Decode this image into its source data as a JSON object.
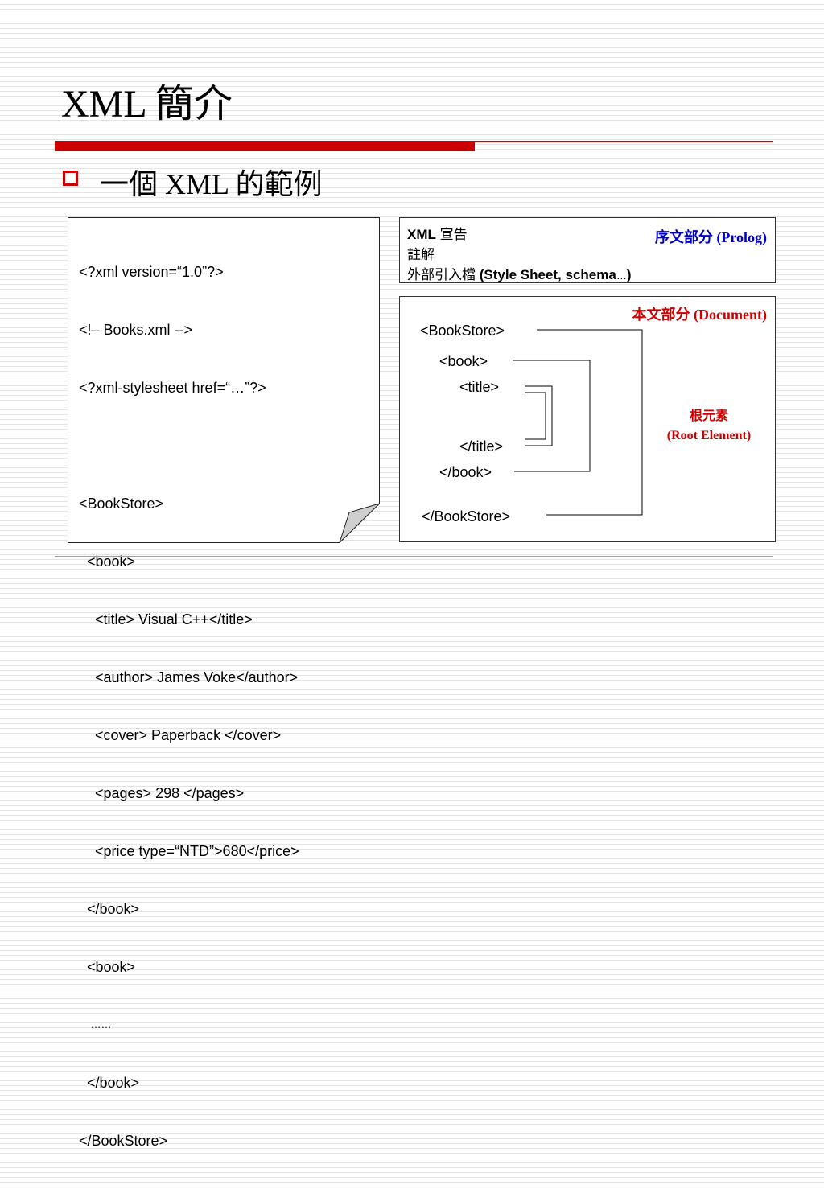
{
  "slide": {
    "title": "XML 簡介",
    "bullet": "一個 XML 的範例"
  },
  "code": {
    "lines": [
      "<?xml version=“1.0”?>",
      "<!– Books.xml -->",
      "<?xml-stylesheet href=“…”?>",
      "",
      "<BookStore>",
      "  <book>",
      "    <title> Visual C++</title>",
      "    <author> James Voke</author>",
      "    <cover> Paperback </cover>",
      "    <pages> 298 </pages>",
      "    <price type=“NTD”>680</price>",
      "  </book>",
      "  <book>",
      "    ……",
      "  </book>",
      "</BookStore>"
    ]
  },
  "prolog": {
    "label": "序文部分 (Prolog)",
    "line1_bold": "XML",
    "line1_rest": " 宣告",
    "line2": "註解",
    "line3_prefix": "外部引入檔 ",
    "line3_bold": "(Style Sheet, schema",
    "line3_ellipsis": "…",
    "line3_close": ")"
  },
  "document": {
    "label": "本文部分 (Document)",
    "tags": {
      "bookstore_open": "<BookStore>",
      "book_open": "<book>",
      "title_open": "<title>",
      "title_close": "</title>",
      "book_close": "</book>",
      "bookstore_close": "</BookStore>"
    },
    "root_label_zh": "根元素",
    "root_label_en": "(Root Element)"
  },
  "colors": {
    "accent_red": "#cc0000",
    "prolog_blue": "#0000cc"
  }
}
